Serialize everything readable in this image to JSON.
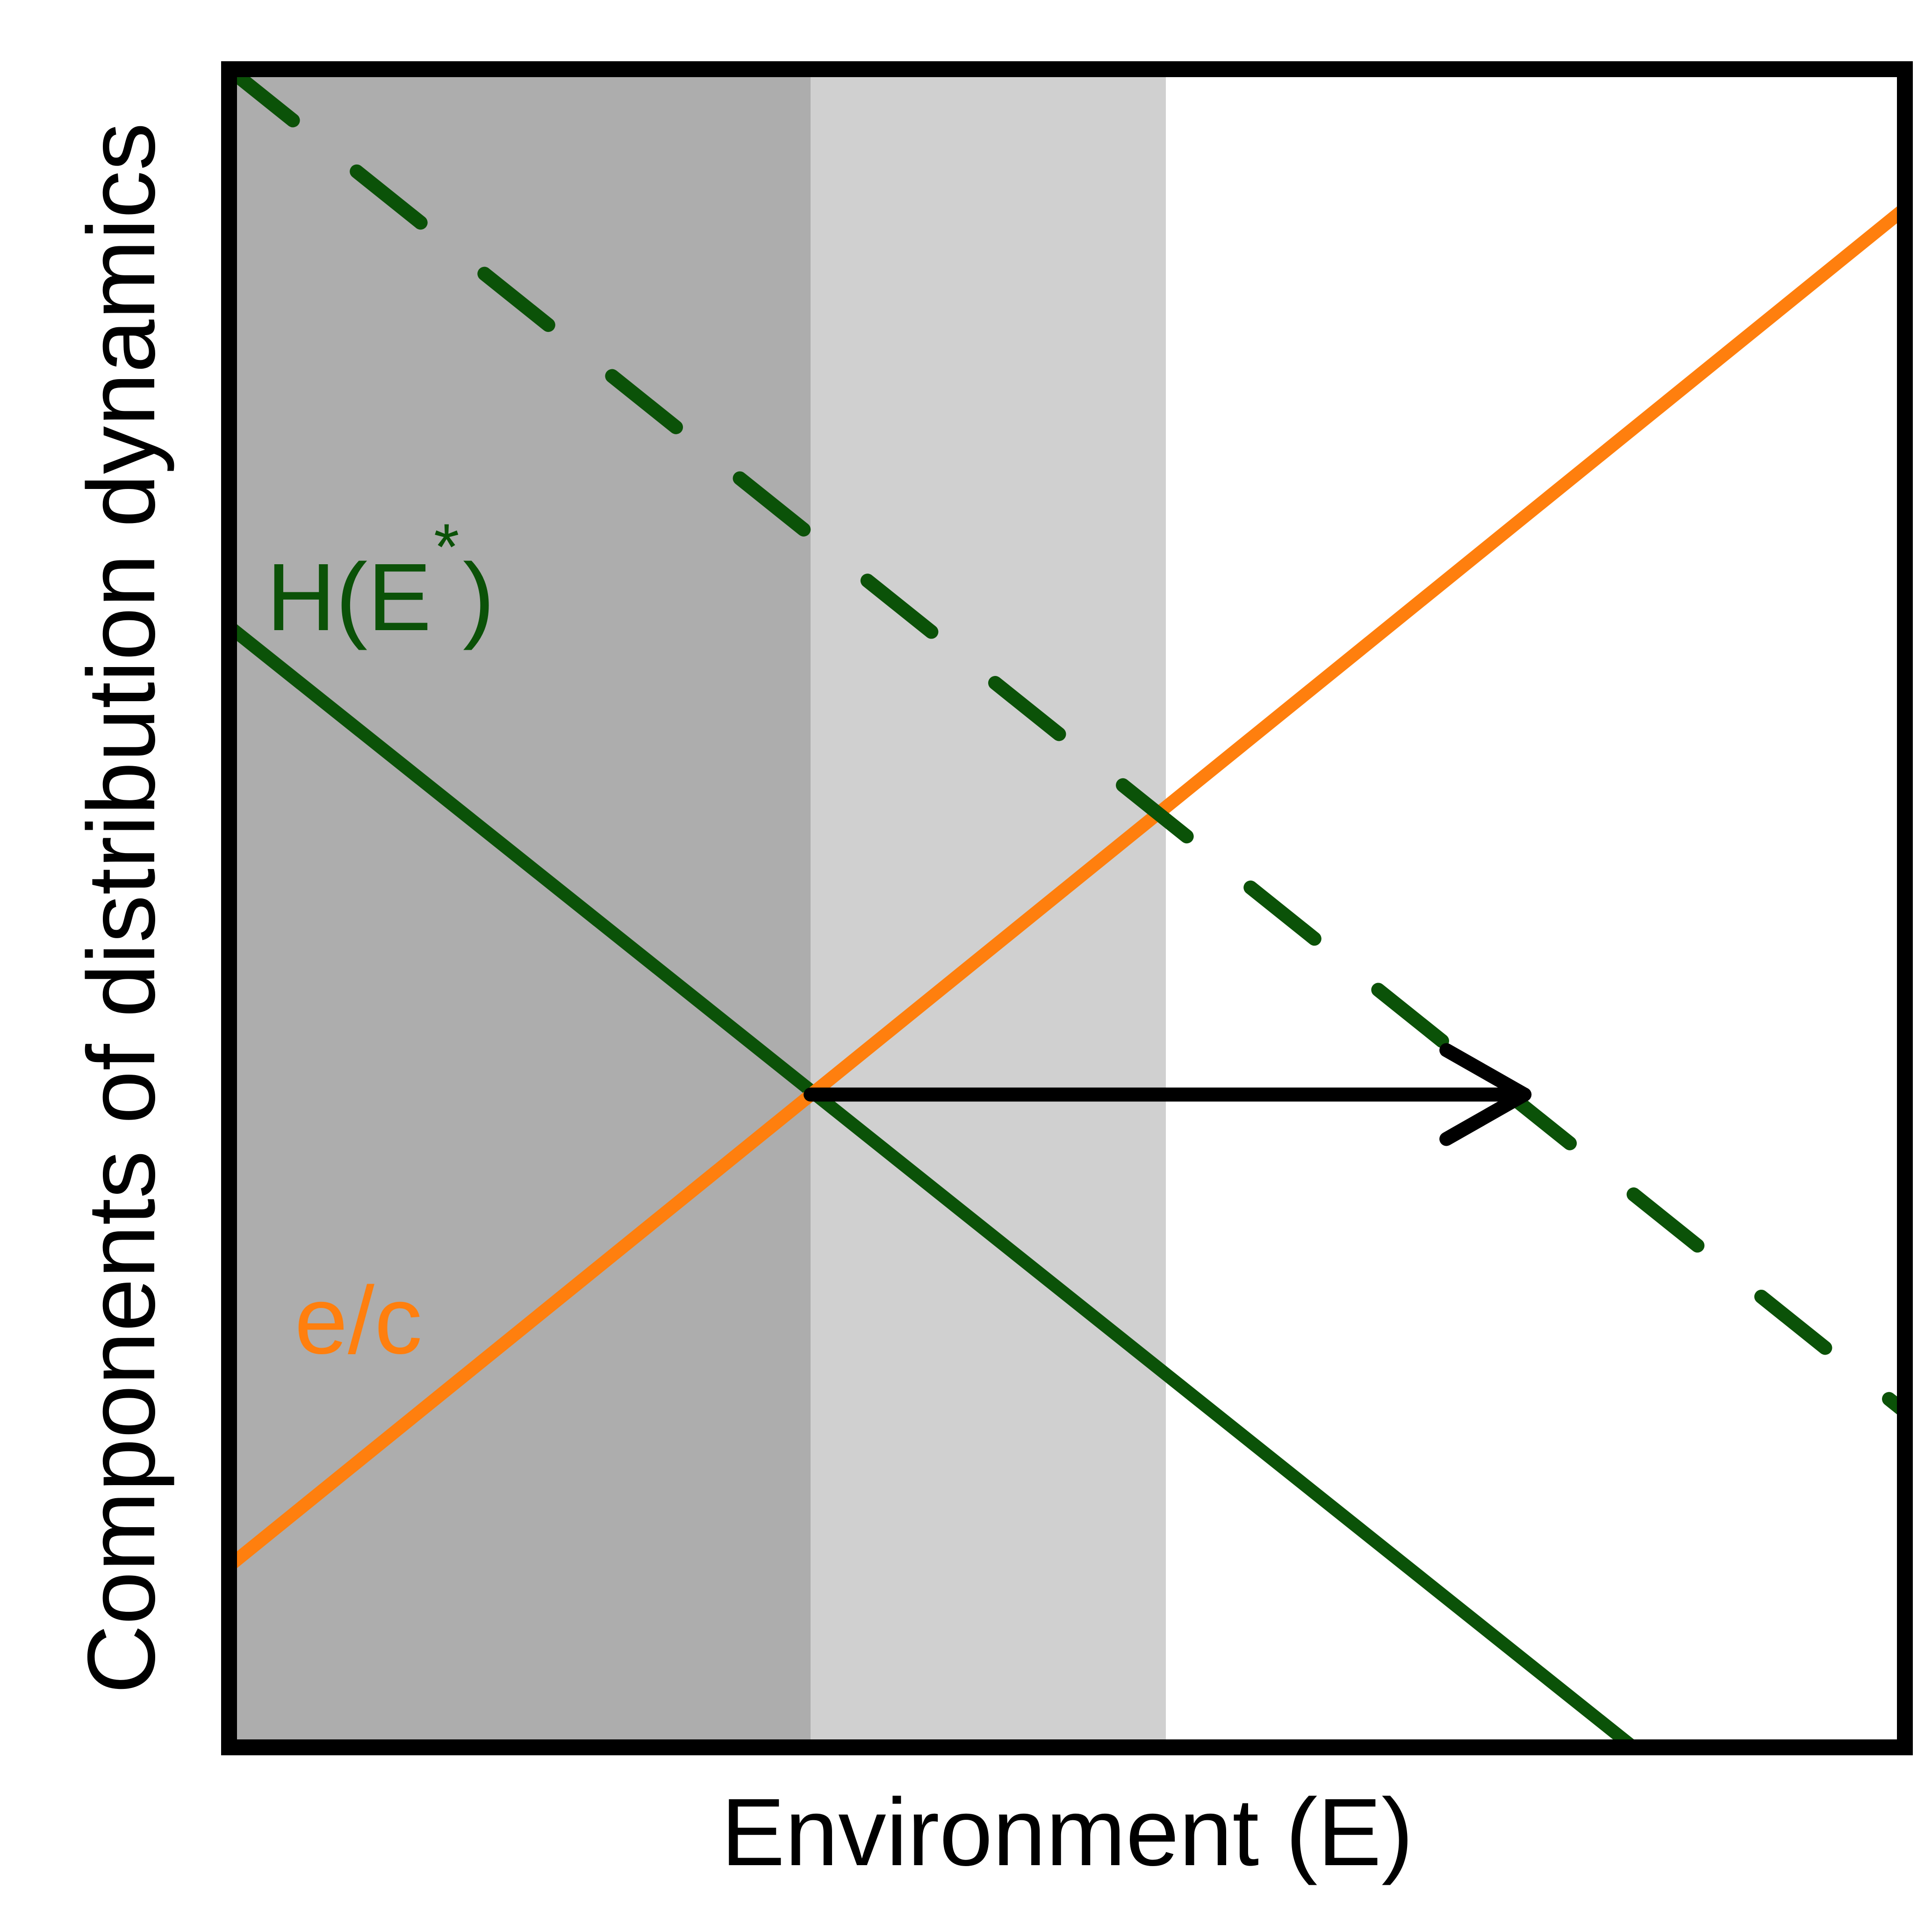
{
  "chart_data": {
    "type": "line",
    "xlabel": "Environment (E)",
    "ylabel": "Components of distribution dynamics",
    "xlim": [
      0,
      1
    ],
    "ylim": [
      0,
      1
    ],
    "grid": false,
    "series": [
      {
        "name": "H(E*)",
        "label_main": "H(E",
        "label_sup": "*",
        "label_close": ")",
        "style": "solid",
        "color": "#0b5208",
        "x": [
          0,
          0.838
        ],
        "y": [
          0.668,
          0
        ]
      },
      {
        "name": "e/c",
        "style": "solid",
        "color": "#ff7f0e",
        "x": [
          0,
          1
        ],
        "y": [
          0.108,
          0.917
        ]
      },
      {
        "name": "",
        "style": "dashed",
        "color": "#0b5208",
        "x": [
          0,
          1
        ],
        "y": [
          1.0,
          0.2
        ]
      }
    ],
    "shaded_regions": [
      {
        "x": [
          0,
          0.347
        ],
        "color": "#adadad"
      },
      {
        "x": [
          0.347,
          0.559
        ],
        "color": "#d0d0d0"
      }
    ],
    "arrow": {
      "from": [
        0.347,
        0.389
      ],
      "to": [
        0.773,
        0.389
      ],
      "color": "#000000"
    }
  }
}
